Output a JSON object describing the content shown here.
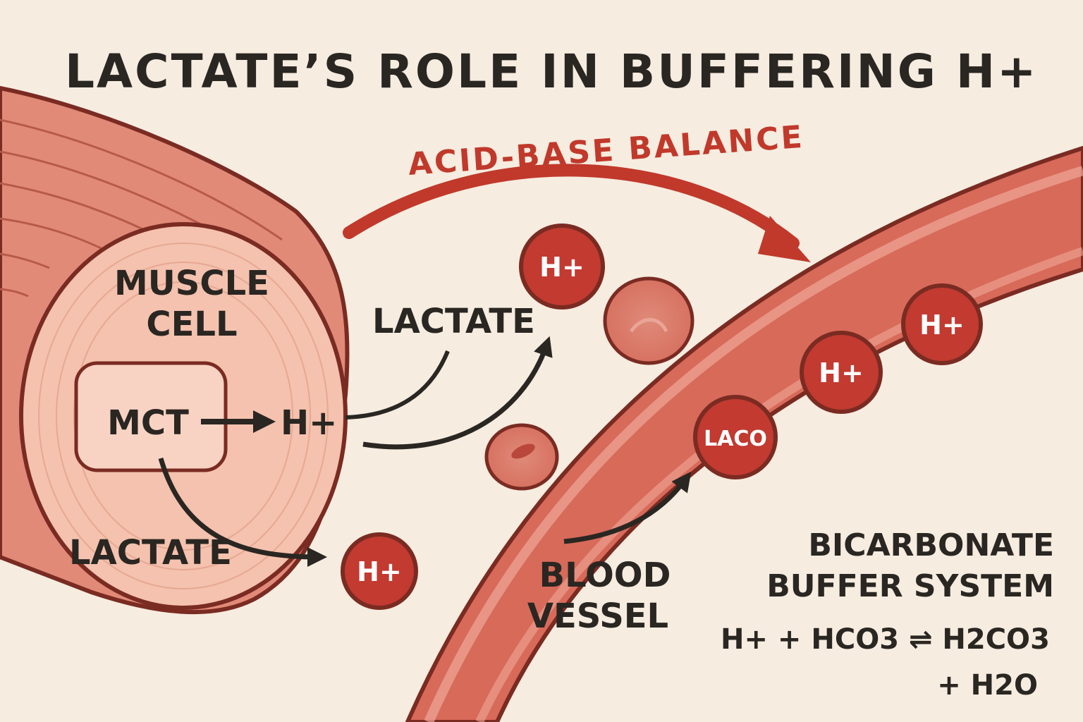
{
  "title": "LACTATE’S ROLE IN BUFFERING H+",
  "arc_label": "ACID-BASE BALANCE",
  "muscle_cell": {
    "line1": "MUSCLE",
    "line2": "CELL"
  },
  "mct_label": "MCT",
  "h_plus": "H+",
  "lactate_inside": "LACTATE",
  "lactate_outside": "LACTATE",
  "ion_label": "H+",
  "laco_label": "LACO",
  "blood_vessel": {
    "line1": "BLOOD",
    "line2": "VESSEL"
  },
  "buffer": {
    "line1": "BICARBONATE",
    "line2": "BUFFER SYSTEM",
    "equation_line1": "H+ + HCO3 ⇌ H2CO3",
    "equation_line2": "+ H2O"
  },
  "colors": {
    "background": "#f6ece0",
    "muscle": "#e28a78",
    "muscle_face": "#f4c2ae",
    "outline": "#7a2b22",
    "ion": "#c23a30",
    "arrow": "#2a2622",
    "accent": "#c0392b"
  }
}
